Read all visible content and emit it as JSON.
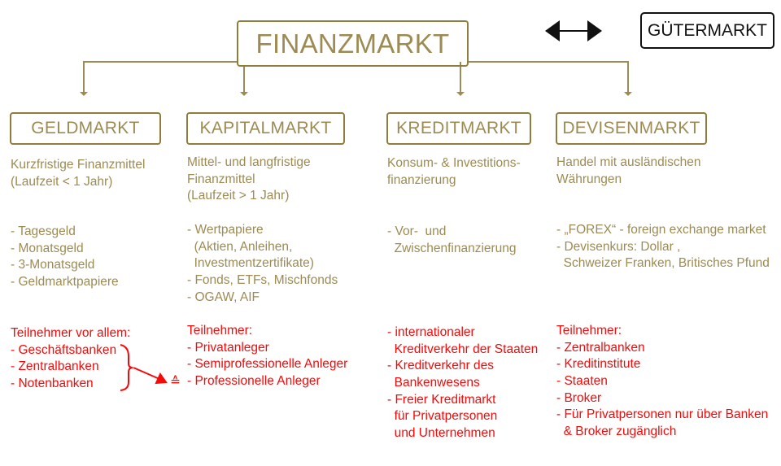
{
  "title": "FINANZMARKT",
  "related": "GÜTERMARKT",
  "arrow_icon": "double-arrow",
  "colors": {
    "gold": "#9c8b52",
    "red": "#f50a0a",
    "black": "#111111"
  },
  "columns": [
    {
      "heading": "GELDMARKT",
      "description": [
        "Kurzfristige Finanzmittel",
        "(Laufzeit < 1 Jahr)"
      ],
      "items": [
        "- Tagesgeld",
        "- Monatsgeld",
        "- 3-Monatsgeld",
        "- Geldmarktpapiere"
      ],
      "participants": [
        "Teilnehmer vor allem:",
        "- Geschäftsbanken",
        "- Zentralbanken",
        "- Notenbanken"
      ]
    },
    {
      "heading": "KAPITALMARKT",
      "description": [
        "Mittel- und langfristige",
        "Finanzmittel",
        "(Laufzeit > 1 Jahr)"
      ],
      "items": [
        "- Wertpapiere",
        "  (Aktien, Anleihen,",
        "  Investmentzertifikate)",
        "- Fonds, ETFs, Mischfonds",
        "- OGAW, AIF"
      ],
      "participants": [
        "Teilnehmer:",
        "- Privatanleger",
        "- Semiprofessionelle Anleger",
        "- Professionelle Anleger"
      ]
    },
    {
      "heading": "KREDITMARKT",
      "description": [
        "Konsum- & Investitions-",
        "finanzierung"
      ],
      "items": [
        "- Vor-  und",
        "  Zwischenfinanzierung"
      ],
      "participants": [
        "- internationaler",
        "  Kreditverkehr der Staaten",
        "- Kreditverkehr des",
        "  Bankenwesens",
        "- Freier Kreditmarkt",
        "  für Privatpersonen",
        "  und Unternehmen"
      ]
    },
    {
      "heading": "DEVISENMARKT",
      "description": [
        "Handel mit ausländischen",
        "Währungen"
      ],
      "items": [
        "- „FOREX“ - foreign exchange market",
        "- Devisenkurs: Dollar ,",
        "  Schweizer Franken, Britisches Pfund"
      ],
      "participants": [
        "Teilnehmer:",
        "- Zentralbanken",
        "- Kreditinstitute",
        "- Staaten",
        "- Broker",
        "- Für Privatpersonen nur über Banken",
        "  & Broker zugänglich"
      ]
    }
  ],
  "equivalence_symbol": "≙"
}
